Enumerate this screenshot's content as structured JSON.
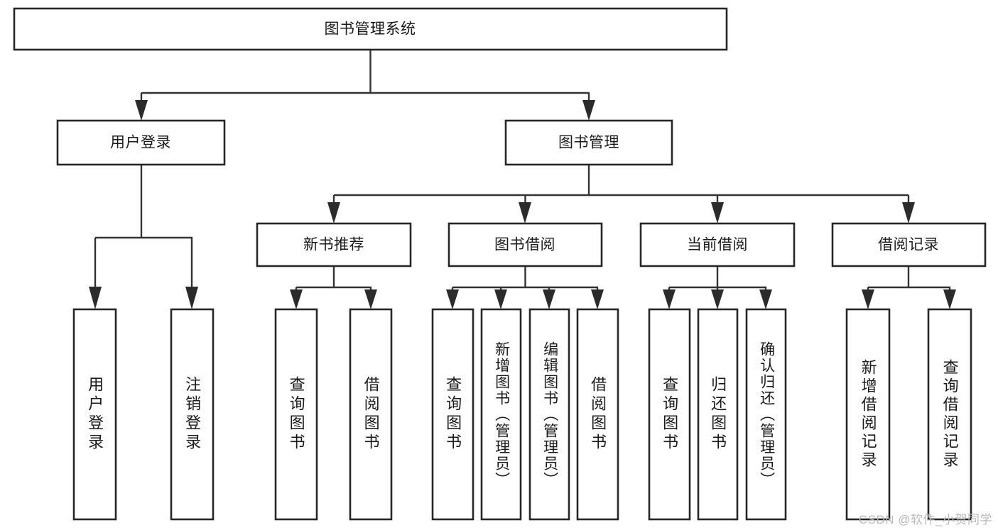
{
  "diagram": {
    "title": "图书管理系统",
    "type": "hierarchy-tree",
    "root": {
      "id": "root",
      "label": "图书管理系统",
      "orientation": "horizontal"
    },
    "level2": [
      {
        "id": "user-login",
        "label": "用户登录",
        "orientation": "horizontal"
      },
      {
        "id": "book-manage",
        "label": "图书管理",
        "orientation": "horizontal"
      }
    ],
    "level3": [
      {
        "id": "new-book-recommend",
        "label": "新书推荐",
        "parent": "book-manage",
        "orientation": "horizontal"
      },
      {
        "id": "book-borrow",
        "label": "图书借阅",
        "parent": "book-manage",
        "orientation": "horizontal"
      },
      {
        "id": "current-borrow",
        "label": "当前借阅",
        "parent": "book-manage",
        "orientation": "horizontal"
      },
      {
        "id": "borrow-record",
        "label": "借阅记录",
        "parent": "book-manage",
        "orientation": "horizontal"
      }
    ],
    "leaves": [
      {
        "id": "leaf-user-login",
        "label": "用户登录",
        "parent": "user-login",
        "orientation": "vertical"
      },
      {
        "id": "leaf-logout-login",
        "label": "注销登录",
        "parent": "user-login",
        "orientation": "vertical"
      },
      {
        "id": "leaf-query-book-1",
        "label": "查询图书",
        "parent": "new-book-recommend",
        "orientation": "vertical"
      },
      {
        "id": "leaf-borrow-book-1",
        "label": "借阅图书",
        "parent": "new-book-recommend",
        "orientation": "vertical"
      },
      {
        "id": "leaf-query-book-2",
        "label": "查询图书",
        "parent": "book-borrow",
        "orientation": "vertical"
      },
      {
        "id": "leaf-add-book",
        "label": "新增图书（管理员）",
        "parent": "book-borrow",
        "orientation": "vertical"
      },
      {
        "id": "leaf-edit-book",
        "label": "编辑图书（管理员）",
        "parent": "book-borrow",
        "orientation": "vertical"
      },
      {
        "id": "leaf-borrow-book-2",
        "label": "借阅图书",
        "parent": "book-borrow",
        "orientation": "vertical"
      },
      {
        "id": "leaf-query-book-3",
        "label": "查询图书",
        "parent": "current-borrow",
        "orientation": "vertical"
      },
      {
        "id": "leaf-return-book",
        "label": "归还图书",
        "parent": "current-borrow",
        "orientation": "vertical"
      },
      {
        "id": "leaf-confirm-return",
        "label": "确认归还（管理员）",
        "parent": "current-borrow",
        "orientation": "vertical"
      },
      {
        "id": "leaf-add-record",
        "label": "新增借阅记录",
        "parent": "borrow-record",
        "orientation": "vertical"
      },
      {
        "id": "leaf-query-record",
        "label": "查询借阅记录",
        "parent": "borrow-record",
        "orientation": "vertical"
      }
    ],
    "colors": {
      "background": "#ffffff",
      "box_fill": "#ffffff",
      "box_stroke": "#262626",
      "connector": "#333333",
      "text": "#1a1a1a",
      "watermark": "#b9b9b9"
    }
  },
  "watermark": {
    "text": "CSDN @软件_小贺同学"
  }
}
